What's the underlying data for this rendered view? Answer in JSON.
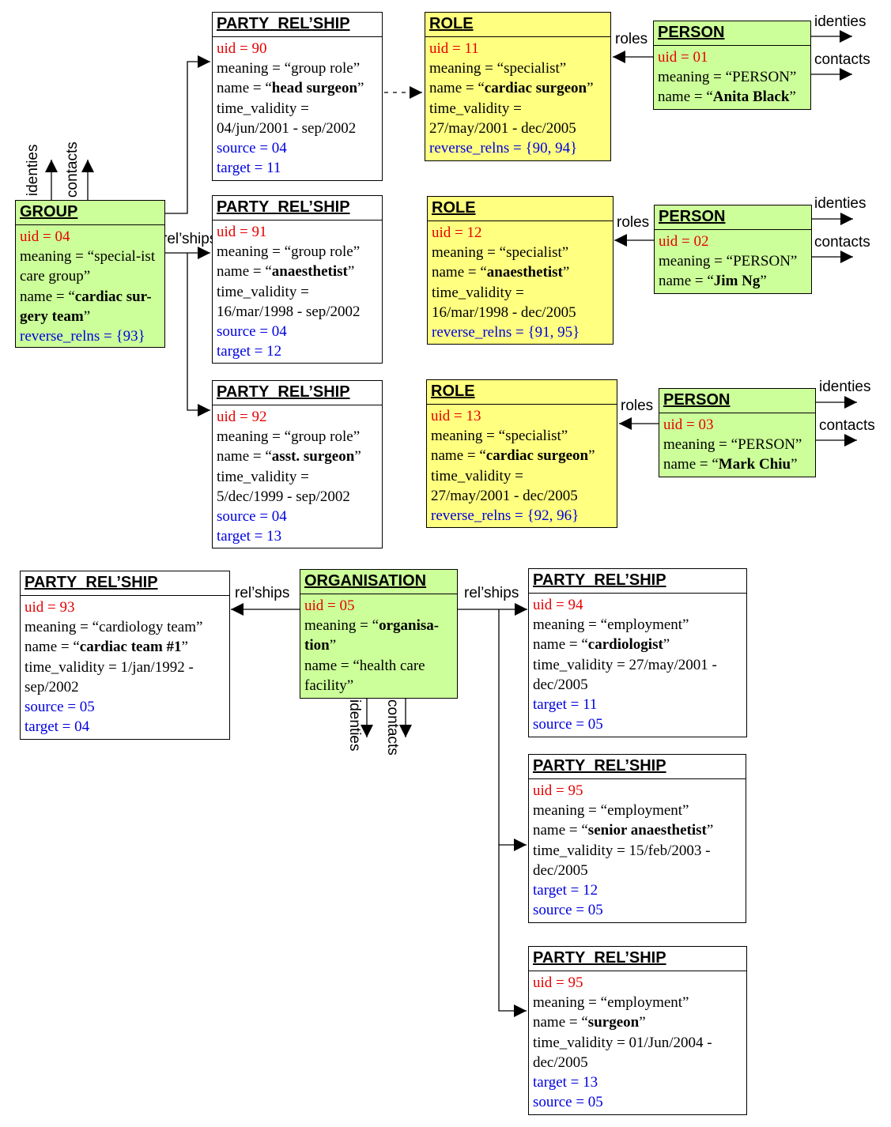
{
  "labels": {
    "identities": "identies",
    "contacts": "contacts",
    "relships": "rel’ships",
    "roles": "roles"
  },
  "group": {
    "header": "GROUP",
    "uid": "uid = 04",
    "meaning_prefix": "meaning = “special-ist care group”",
    "name_prefix": "name = “",
    "name_value": "cardiac sur-gery team",
    "name_suffix": "”",
    "reverse_relns": "reverse_relns = {93}"
  },
  "party_rel_90": {
    "header": "PARTY_REL’SHIP",
    "uid": "uid = 90",
    "meaning": "meaning = “group role”",
    "name_prefix": "name = “",
    "name_value": "head surgeon",
    "name_suffix": "”",
    "time_validity_label": "time_validity =",
    "time_validity_value": "04/jun/2001 - sep/2002",
    "source": "source = 04",
    "target": "target = 11"
  },
  "party_rel_91": {
    "header": "PARTY_REL’SHIP",
    "uid": "uid = 91",
    "meaning": "meaning = “group role”",
    "name_prefix": "name = “",
    "name_value": "anaesthetist",
    "name_suffix": "”",
    "time_validity_label": "time_validity =",
    "time_validity_value": "16/mar/1998 - sep/2002",
    "source": "source = 04",
    "target": "target = 12"
  },
  "party_rel_92": {
    "header": "PARTY_REL’SHIP",
    "uid": "uid = 92",
    "meaning": "meaning = “group role”",
    "name_prefix": "name = “",
    "name_value": "asst. surgeon",
    "name_suffix": "”",
    "time_validity_label": "time_validity =",
    "time_validity_value": "5/dec/1999 - sep/2002",
    "source": "source = 04",
    "target": "target = 13"
  },
  "role_11": {
    "header": "ROLE",
    "uid": "uid = 11",
    "meaning": "meaning = “specialist”",
    "name_prefix": "name = “",
    "name_value": "cardiac surgeon",
    "name_suffix": "”",
    "time_validity_label": "time_validity =",
    "time_validity_value": "27/may/2001 - dec/2005",
    "reverse_relns": "reverse_relns = {90, 94}"
  },
  "role_12": {
    "header": "ROLE",
    "uid": "uid = 12",
    "meaning": "meaning = “specialist”",
    "name_prefix": "name = “",
    "name_value": "anaesthetist",
    "name_suffix": "”",
    "time_validity_label": "time_validity =",
    "time_validity_value": "16/mar/1998 - dec/2005",
    "reverse_relns": "reverse_relns = {91, 95}"
  },
  "role_13": {
    "header": "ROLE",
    "uid": "uid = 13",
    "meaning": "meaning = “specialist”",
    "name_prefix": "name = “",
    "name_value": "cardiac surgeon",
    "name_suffix": "”",
    "time_validity_label": "time_validity =",
    "time_validity_value": "27/may/2001 - dec/2005",
    "reverse_relns": "reverse_relns = {92, 96}"
  },
  "person_01": {
    "header": "PERSON",
    "uid": "uid = 01",
    "meaning": "meaning = “PERSON”",
    "name_prefix": "name = “",
    "name_value": "Anita Black",
    "name_suffix": "”"
  },
  "person_02": {
    "header": "PERSON",
    "uid": "uid = 02",
    "meaning": "meaning = “PERSON”",
    "name_prefix": "name = “",
    "name_value": "Jim Ng",
    "name_suffix": "”"
  },
  "person_03": {
    "header": "PERSON",
    "uid": "uid = 03",
    "meaning": "meaning = “PERSON”",
    "name_prefix": "name = “",
    "name_value": "Mark Chiu",
    "name_suffix": "”"
  },
  "party_rel_93": {
    "header": "PARTY_REL’SHIP",
    "uid": "uid = 93",
    "meaning": "meaning = “cardiology team”",
    "name_prefix": "name = “",
    "name_value": "cardiac team #1",
    "name_suffix": "”",
    "time_validity": "time_validity = 1/jan/1992 - sep/2002",
    "source": "source = 05",
    "target": "target = 04"
  },
  "organisation": {
    "header": "ORGANISATION",
    "uid": "uid = 05",
    "meaning_prefix": "meaning = “",
    "meaning_value": "organisa-tion",
    "meaning_suffix": "”",
    "name": "name = “health care facility”"
  },
  "party_rel_94": {
    "header": "PARTY_REL’SHIP",
    "uid": "uid = 94",
    "meaning": "meaning = “employment”",
    "name_prefix": "name = “",
    "name_value": "cardiologist",
    "name_suffix": "”",
    "time_validity": "time_validity = 27/may/2001 - dec/2005",
    "target": "target = 11",
    "source": "source = 05"
  },
  "party_rel_95a": {
    "header": "PARTY_REL’SHIP",
    "uid": "uid = 95",
    "meaning": "meaning = “employment”",
    "name_prefix": "name = “",
    "name_value": "senior anaesthetist",
    "name_suffix": "”",
    "time_validity": "time_validity = 15/feb/2003 - dec/2005",
    "target": "target = 12",
    "source": "source = 05"
  },
  "party_rel_95b": {
    "header": "PARTY_REL’SHIP",
    "uid": "uid = 95",
    "meaning": "meaning = “employment”",
    "name_prefix": "name = “",
    "name_value": "surgeon",
    "name_suffix": "”",
    "time_validity": "time_validity = 01/Jun/2004 - dec/2005",
    "target": "target = 13",
    "source": "source = 05"
  }
}
